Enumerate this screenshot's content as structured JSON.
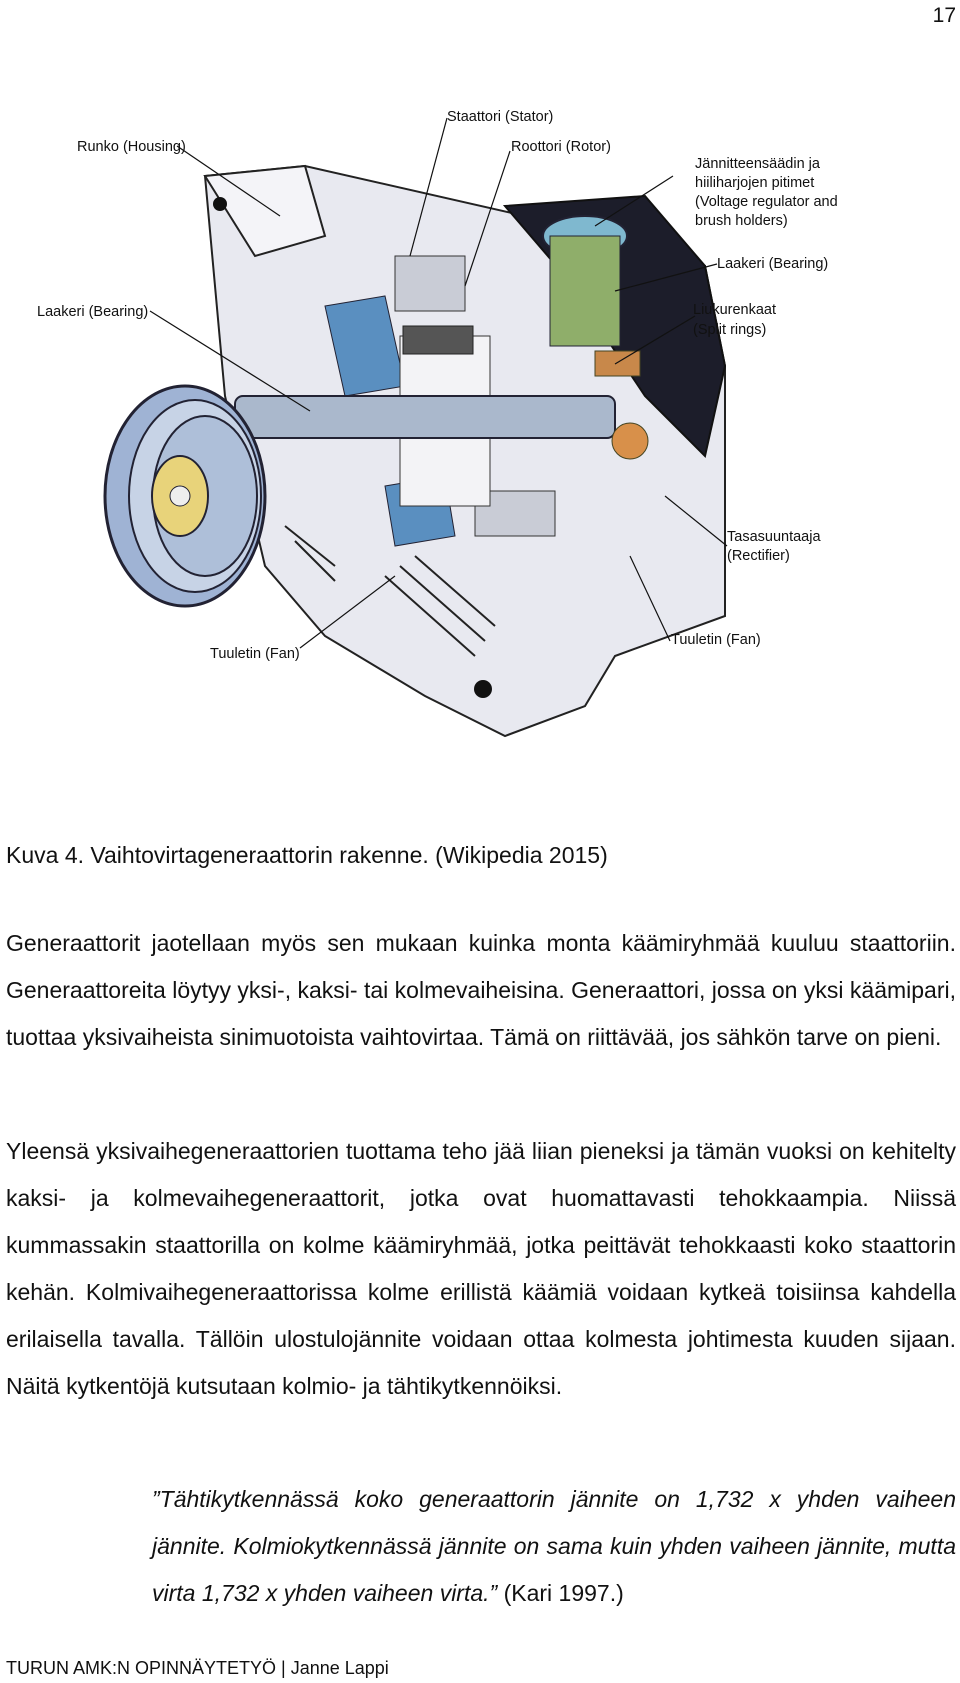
{
  "page_number": "17",
  "figure": {
    "labels": {
      "stator": "Staattori (Stator)",
      "rotor": "Roottori (Rotor)",
      "housing": "Runko (Housing)",
      "regulator_line1": "Jännitteensäädin ja",
      "regulator_line2": "hiiliharjojen pitimet",
      "regulator_line3": "(Voltage regulator and",
      "regulator_line4": "brush holders)",
      "bearing_right": "Laakeri (Bearing)",
      "bearing_left": "Laakeri (Bearing)",
      "split_rings_line1": "Liukurenkaat",
      "split_rings_line2": "(Split rings)",
      "rectifier_line1": "Tasasuuntaaja",
      "rectifier_line2": "(Rectifier)",
      "fan_left": "Tuuletin (Fan)",
      "fan_right": "Tuuletin (Fan)"
    }
  },
  "caption": "Kuva 4. Vaihtovirtageneraattorin rakenne. (Wikipedia 2015)",
  "paragraphs": [
    "Generaattorit jaotellaan myös sen mukaan kuinka monta käämiryhmää kuuluu staattoriin. Generaattoreita löytyy yksi-, kaksi- tai kolmevaiheisina. Generaattori, jossa on yksi käämipari, tuottaa yksivaiheista sinimuotoista vaihtovirtaa. Tämä on riittävää, jos sähkön tarve on pieni.",
    "Yleensä yksivaihegeneraattorien tuottama teho jää liian pieneksi ja tämän vuoksi on kehitelty kaksi- ja kolmevaihegeneraattorit, jotka ovat huomattavasti tehokkaampia. Niissä kummassakin staattorilla on kolme käämiryhmää, jotka peittävät tehokkaasti koko staattorin kehän. Kolmivaihegeneraattorissa kolme erillistä käämiä voidaan kytkeä toisiinsa kahdella erilaisella tavalla. Tällöin ulostulojännite voidaan ottaa kolmesta johtimesta kuuden sijaan. Näitä kytkentöjä kutsutaan kolmio- ja tähtikytkennöiksi."
  ],
  "quote": {
    "text": "”Tähtikytkennässä koko generaattorin jännite on 1,732 x yhden vaiheen jännite. Kolmiokytkennässä jännite on sama kuin yhden vaiheen jännite, mutta virta 1,732 x yhden vaiheen virta.”",
    "citation": "(Kari 1997.)"
  },
  "footer": "TURUN AMK:N OPINNÄYTETYÖ | Janne Lappi"
}
